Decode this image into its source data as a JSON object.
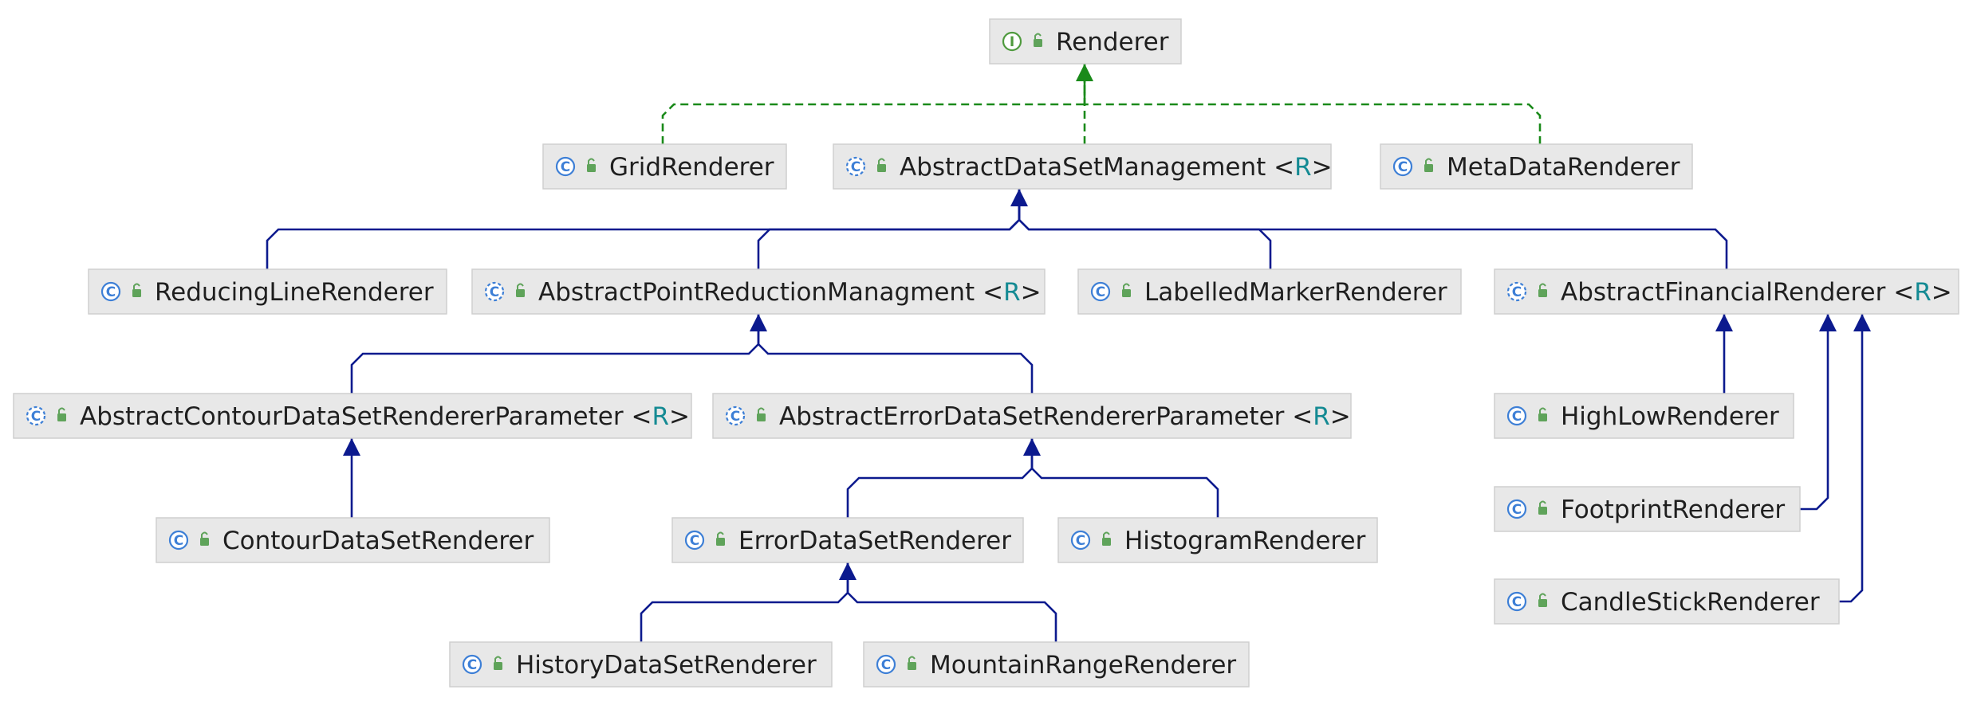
{
  "nodes": [
    {
      "id": "renderer",
      "kind": "interface",
      "name": "Renderer",
      "param": ""
    },
    {
      "id": "grid",
      "kind": "class",
      "name": "GridRenderer",
      "param": ""
    },
    {
      "id": "adsm",
      "kind": "abstract",
      "name": "AbstractDataSetManagement",
      "param": "R"
    },
    {
      "id": "meta",
      "kind": "class",
      "name": "MetaDataRenderer",
      "param": ""
    },
    {
      "id": "reducing",
      "kind": "class",
      "name": "ReducingLineRenderer",
      "param": ""
    },
    {
      "id": "aprm",
      "kind": "abstract",
      "name": "AbstractPointReductionManagment",
      "param": "R"
    },
    {
      "id": "labelled",
      "kind": "class",
      "name": "LabelledMarkerRenderer",
      "param": ""
    },
    {
      "id": "afr",
      "kind": "abstract",
      "name": "AbstractFinancialRenderer",
      "param": "R"
    },
    {
      "id": "acdsrp",
      "kind": "abstract",
      "name": "AbstractContourDataSetRendererParameter",
      "param": "R"
    },
    {
      "id": "aedsrp",
      "kind": "abstract",
      "name": "AbstractErrorDataSetRendererParameter",
      "param": "R"
    },
    {
      "id": "highlow",
      "kind": "class",
      "name": "HighLowRenderer",
      "param": ""
    },
    {
      "id": "contour",
      "kind": "class",
      "name": "ContourDataSetRenderer",
      "param": ""
    },
    {
      "id": "error",
      "kind": "class",
      "name": "ErrorDataSetRenderer",
      "param": ""
    },
    {
      "id": "histogram",
      "kind": "class",
      "name": "HistogramRenderer",
      "param": ""
    },
    {
      "id": "footprint",
      "kind": "class",
      "name": "FootprintRenderer",
      "param": ""
    },
    {
      "id": "candle",
      "kind": "class",
      "name": "CandleStickRenderer",
      "param": ""
    },
    {
      "id": "history",
      "kind": "class",
      "name": "HistoryDataSetRenderer",
      "param": ""
    },
    {
      "id": "mountain",
      "kind": "class",
      "name": "MountainRangeRenderer",
      "param": ""
    }
  ],
  "edges": [
    {
      "from": "grid",
      "to": "renderer",
      "type": "implements"
    },
    {
      "from": "adsm",
      "to": "renderer",
      "type": "implements"
    },
    {
      "from": "meta",
      "to": "renderer",
      "type": "implements"
    },
    {
      "from": "reducing",
      "to": "adsm",
      "type": "extends"
    },
    {
      "from": "aprm",
      "to": "adsm",
      "type": "extends"
    },
    {
      "from": "labelled",
      "to": "adsm",
      "type": "extends"
    },
    {
      "from": "afr",
      "to": "adsm",
      "type": "extends"
    },
    {
      "from": "acdsrp",
      "to": "aprm",
      "type": "extends"
    },
    {
      "from": "aedsrp",
      "to": "aprm",
      "type": "extends"
    },
    {
      "from": "contour",
      "to": "acdsrp",
      "type": "extends"
    },
    {
      "from": "error",
      "to": "aedsrp",
      "type": "extends"
    },
    {
      "from": "histogram",
      "to": "aedsrp",
      "type": "extends"
    },
    {
      "from": "history",
      "to": "error",
      "type": "extends"
    },
    {
      "from": "mountain",
      "to": "error",
      "type": "extends"
    },
    {
      "from": "highlow",
      "to": "afr",
      "type": "extends"
    },
    {
      "from": "footprint",
      "to": "afr",
      "type": "extends"
    },
    {
      "from": "candle",
      "to": "afr",
      "type": "extends"
    }
  ],
  "colors": {
    "extends": "#0c1a8e",
    "implements": "#1a8a1a",
    "class_icon": "#3d7fd6",
    "interface_icon": "#4f9a3e",
    "access_icon": "#5fa35a",
    "type_param": "#148a93",
    "node_fill": "#e8e8e8"
  }
}
